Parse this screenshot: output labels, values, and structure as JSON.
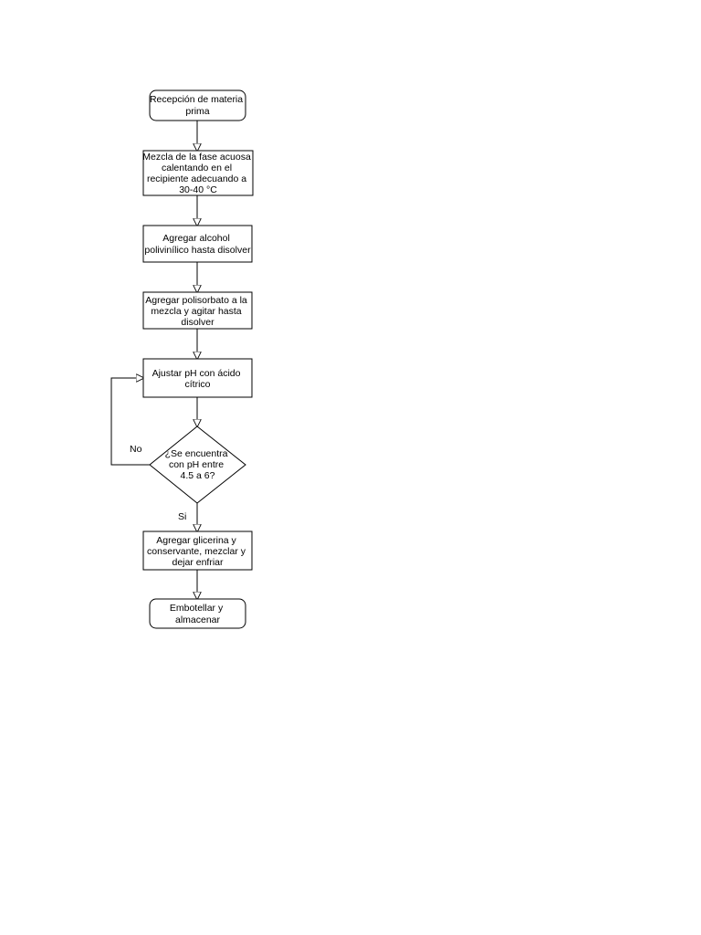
{
  "diagram": {
    "nodes": [
      {
        "id": "start",
        "shape": "rounded",
        "lines": [
          "Recepción de materia",
          "prima"
        ]
      },
      {
        "id": "step1",
        "shape": "rect",
        "lines": [
          "Mezcla de la fase acuosa",
          "calentando en el",
          "recipiente adecuando a",
          "30-40 °C"
        ]
      },
      {
        "id": "step2",
        "shape": "rect",
        "lines": [
          "Agregar alcohol",
          "polivinílico hasta disolver"
        ]
      },
      {
        "id": "step3",
        "shape": "rect",
        "lines": [
          "Agregar polisorbato a la",
          "mezcla y agitar hasta",
          "disolver"
        ]
      },
      {
        "id": "step4",
        "shape": "rect",
        "lines": [
          "Ajustar pH con ácido",
          "cítrico"
        ]
      },
      {
        "id": "decision",
        "shape": "diamond",
        "lines": [
          "¿Se encuentra",
          "con pH entre",
          "4.5 a 6?"
        ]
      },
      {
        "id": "step5",
        "shape": "rect",
        "lines": [
          "Agregar glicerina y",
          "conservante, mezclar y",
          "dejar enfriar"
        ]
      },
      {
        "id": "end",
        "shape": "rounded",
        "lines": [
          "Embotellar y",
          "almacenar"
        ]
      }
    ],
    "edges": [
      {
        "from": "start",
        "to": "step1",
        "label": ""
      },
      {
        "from": "step1",
        "to": "step2",
        "label": ""
      },
      {
        "from": "step2",
        "to": "step3",
        "label": ""
      },
      {
        "from": "step3",
        "to": "step4",
        "label": ""
      },
      {
        "from": "step4",
        "to": "decision",
        "label": ""
      },
      {
        "from": "decision",
        "to": "step5",
        "label": "Si"
      },
      {
        "from": "step5",
        "to": "end",
        "label": ""
      },
      {
        "from": "decision",
        "to": "step4",
        "label": "No"
      }
    ],
    "colors": {
      "stroke": "#000000",
      "fill": "#ffffff",
      "text": "#000000"
    }
  }
}
